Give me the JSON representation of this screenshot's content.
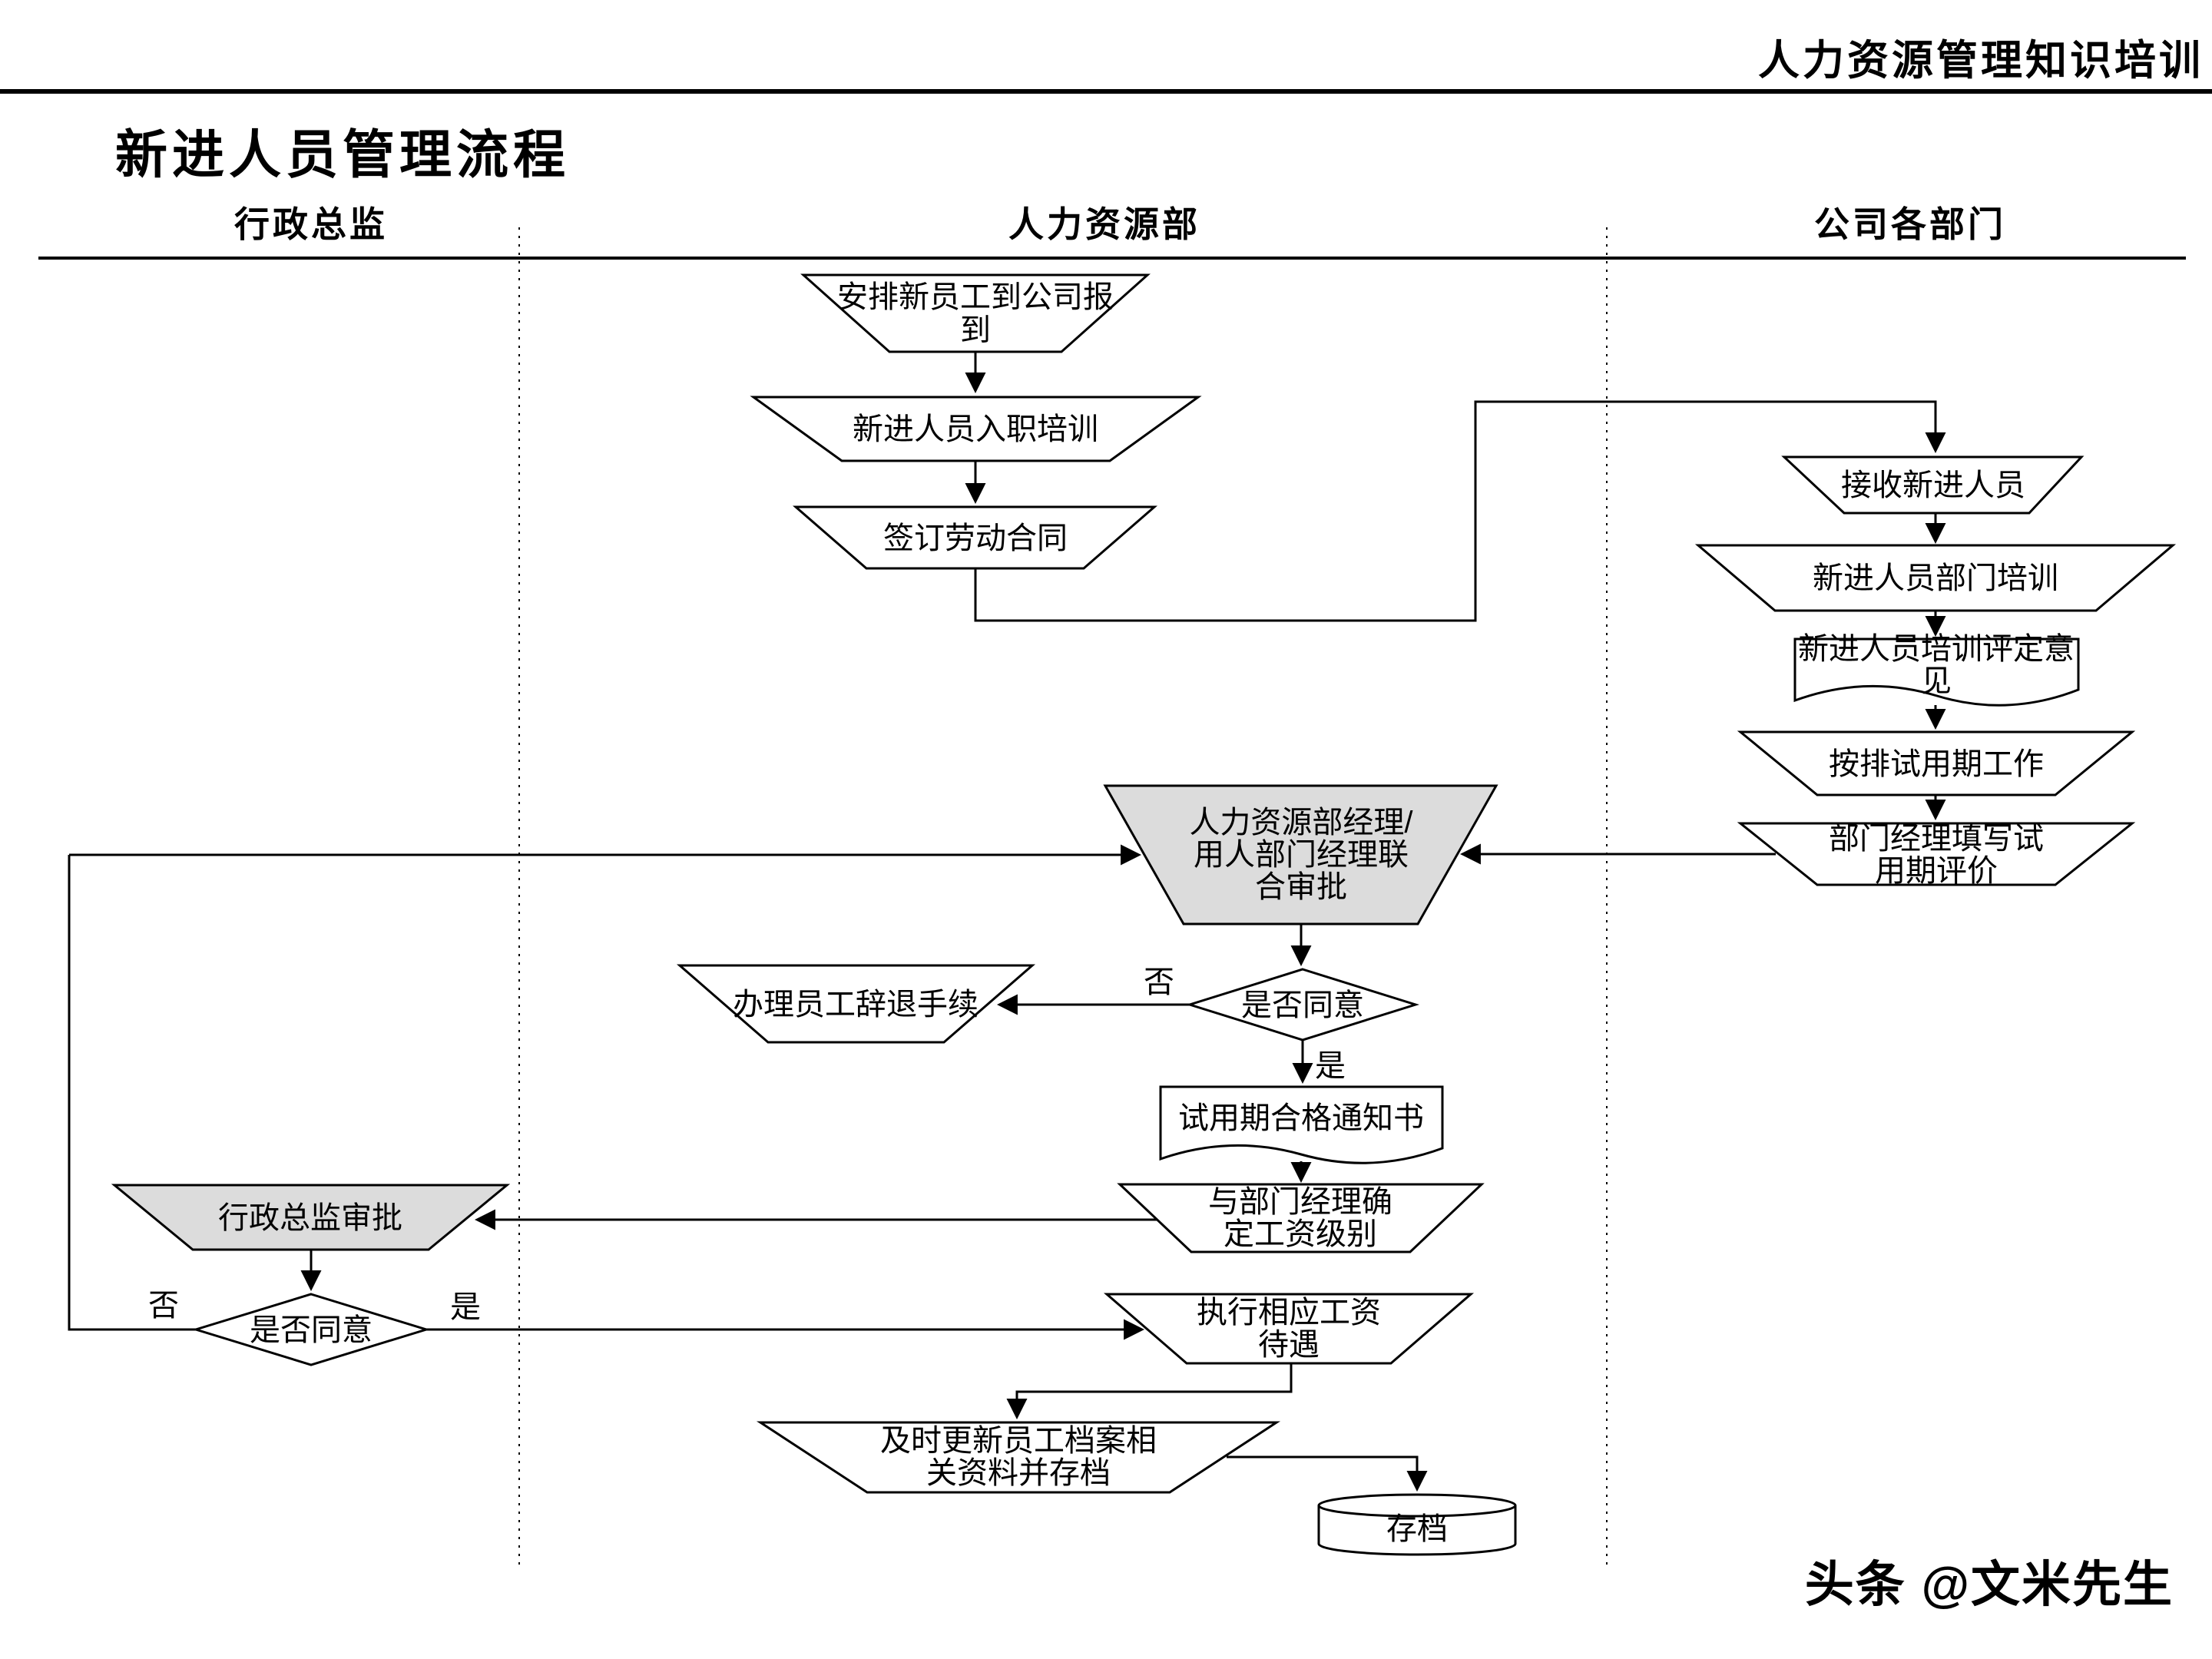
{
  "page": {
    "header": "人力资源管理知识培训",
    "title": "新进人员管理流程",
    "watermark": "头条 @文米先生"
  },
  "lanes": [
    {
      "label": "行政总监"
    },
    {
      "label": "人力资源部"
    },
    {
      "label": "公司各部门"
    }
  ],
  "nodes": {
    "arrange_report": {
      "line1": "安排新员工到公司报",
      "line2": "到"
    },
    "induction_training": {
      "label": "新进人员入职培训"
    },
    "sign_contract": {
      "label": "签订劳动合同"
    },
    "receive_new": {
      "label": "接收新进人员"
    },
    "dept_training": {
      "label": "新进人员部门培训"
    },
    "training_opinion": {
      "line1": "新进人员培训评定意",
      "line2": "见"
    },
    "probation_work": {
      "label": "按排试用期工作"
    },
    "probation_eval": {
      "line1": "部门经理填写试",
      "line2": "用期评价"
    },
    "joint_approval": {
      "line1": "人力资源部经理/",
      "line2": "用人部门经理联",
      "line3": "合审批"
    },
    "decision_joint": {
      "label": "是否同意"
    },
    "dismiss": {
      "label": "办理员工辞退手续"
    },
    "pass_notice": {
      "label": "试用期合格通知书"
    },
    "salary_level": {
      "line1": "与部门经理确",
      "line2": "定工资级别"
    },
    "admin_approval": {
      "label": "行政总监审批"
    },
    "decision_admin": {
      "label": "是否同意"
    },
    "execute_salary": {
      "line1": "执行相应工资",
      "line2": "待遇"
    },
    "update_archive": {
      "line1": "及时更新员工档案相",
      "line2": "关资料并存档"
    },
    "archive": {
      "label": "存档"
    }
  },
  "edge_labels": {
    "joint_no": "否",
    "joint_yes": "是",
    "admin_no": "否",
    "admin_yes": "是"
  },
  "colors": {
    "stroke": "#000000",
    "shaded_fill": "#dcdcdc",
    "background": "#ffffff",
    "watermark_color": "#000000"
  }
}
